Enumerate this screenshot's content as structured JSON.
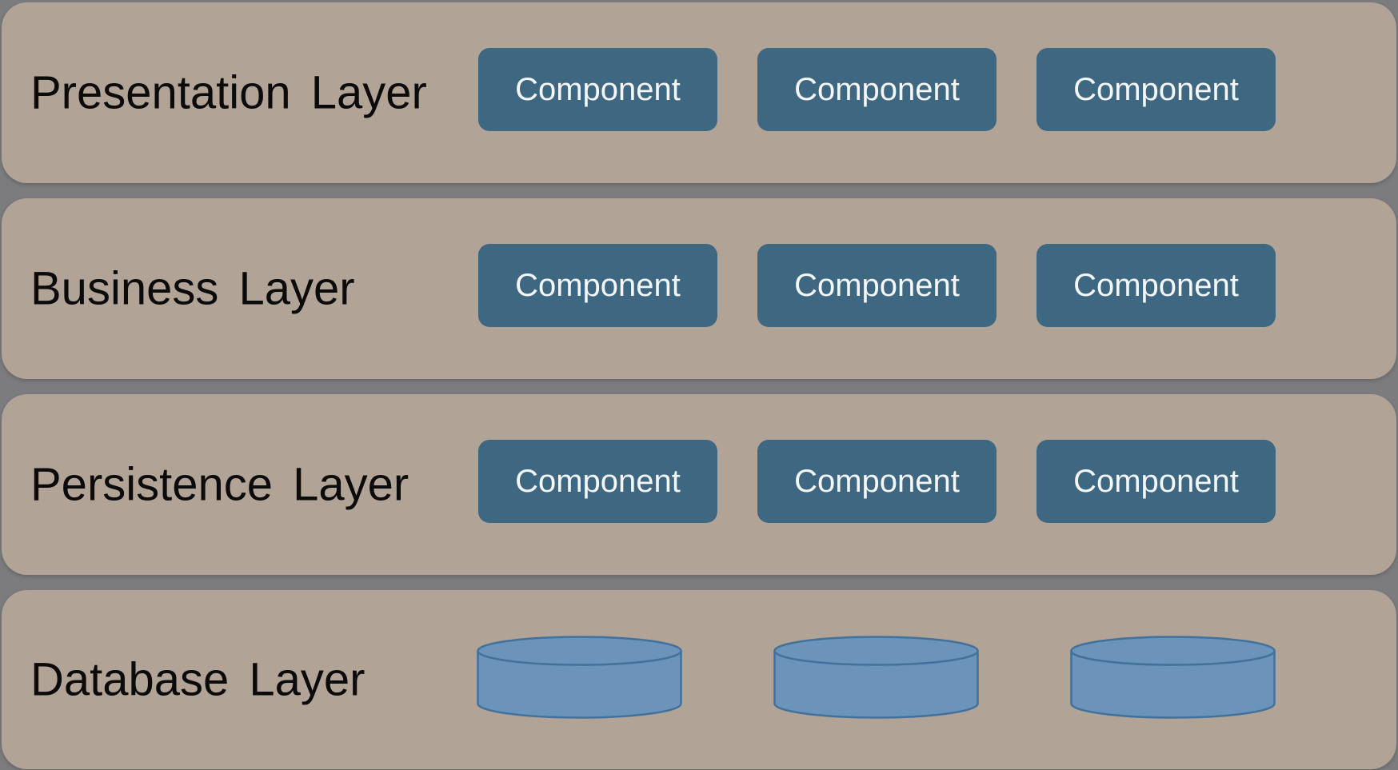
{
  "diagram": {
    "type": "layered-architecture",
    "colors": {
      "background": "#7c7c7e",
      "panel": "#b1a396",
      "component": "#3e6782",
      "component_text": "#f4f6f8",
      "label_text": "#0b0b0b",
      "cylinder_fill": "#6c93ba",
      "cylinder_stroke": "#41719c"
    },
    "layers": [
      {
        "label": "Presentation Layer",
        "components": [
          "Component",
          "Component",
          "Component"
        ]
      },
      {
        "label": "Business Layer",
        "components": [
          "Component",
          "Component",
          "Component"
        ]
      },
      {
        "label": "Persistence Layer",
        "components": [
          "Component",
          "Component",
          "Component"
        ]
      },
      {
        "label": "Database Layer",
        "databases": [
          "database-cylinder-icon",
          "database-cylinder-icon",
          "database-cylinder-icon"
        ]
      }
    ]
  }
}
